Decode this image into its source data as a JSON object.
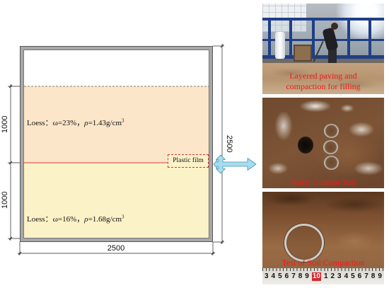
{
  "diagram": {
    "upper_layer": {
      "label": "Loess：ω=23%，",
      "rho": "ρ",
      "value": "=1.43g/cm",
      "exp": "3"
    },
    "lower_layer": {
      "label": "Loess：ω=16%，",
      "rho": "ρ",
      "value": "=1.68g/cm",
      "exp": "3"
    },
    "plastic_film_label": "Plastic film",
    "dimensions": {
      "upper_height": "1000",
      "lower_height": "1000",
      "total_height": "2500",
      "width": "2500"
    },
    "colors": {
      "upper_loess": "#fbe6c9",
      "lower_loess": "#fbf2c8",
      "film_line": "#e53935",
      "frame": "#a8a8a8",
      "arrow": "#a9dcec"
    }
  },
  "photos": [
    {
      "caption_lines": [
        "Layered paving and",
        "compaction for filling"
      ]
    },
    {
      "caption": "Water Content Test"
    },
    {
      "caption": "Test of Soil Compaction",
      "ruler": [
        "3",
        "4",
        "5",
        "6",
        "7",
        "8",
        "9",
        "10",
        "1",
        "2",
        "3",
        "4",
        "5",
        "6",
        "7",
        "8",
        "9"
      ]
    }
  ],
  "caption_color": "#f0191e"
}
